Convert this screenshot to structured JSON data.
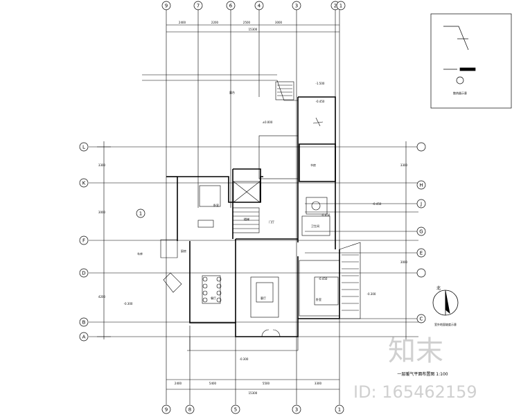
{
  "top_axes": [
    "9",
    "7",
    "6",
    "4",
    "3",
    "2",
    "1"
  ],
  "bottom_axes": [
    "9",
    "8",
    "5",
    "3",
    "1"
  ],
  "left_axes": [
    "L",
    "K",
    "F",
    "D",
    "B",
    "A"
  ],
  "right_axes": [
    "H",
    "J",
    "G",
    "E",
    "C"
  ],
  "top_dims": {
    "seg1": "2400",
    "seg2": "2200",
    "seg3": "2500",
    "seg4": "3000"
  },
  "bottom_dims": {
    "seg1": "2400",
    "seg2": "5400",
    "seg3": "5500",
    "seg4": "3300",
    "total": "15300",
    "top_total": "15300"
  },
  "side_dims": {
    "left1": "3300",
    "left2": "3000",
    "left3": "4200",
    "right1": "3300",
    "right2": "3000"
  },
  "levels": {
    "l1": "-1.500",
    "l2": "-0.450",
    "l3": "±0.000",
    "l4": "-0.300",
    "l5": "-0.450",
    "l6": "-0.300",
    "l7": "-0.450",
    "l8": "-0.300",
    "l9": "-0.450"
  },
  "rooms": {
    "garage": "车库",
    "bedroom_a": "卧室",
    "bedroom_b": "卧室",
    "dining": "餐厅",
    "living": "客厅",
    "kitchen": "厨房",
    "study": "书房",
    "stair": "楼梯",
    "toilet": "卫生间",
    "entry": "门厅",
    "terrace": "露台"
  },
  "notes": {
    "north_label": "北",
    "north_caption": "室外地面坡度示意",
    "plan_title": "一层暖气平面布置图  1:100",
    "callout_num": "1",
    "legend_caption": "散热器示意"
  },
  "watermark": {
    "brand": "知末",
    "id_label": "ID: 165462159"
  }
}
